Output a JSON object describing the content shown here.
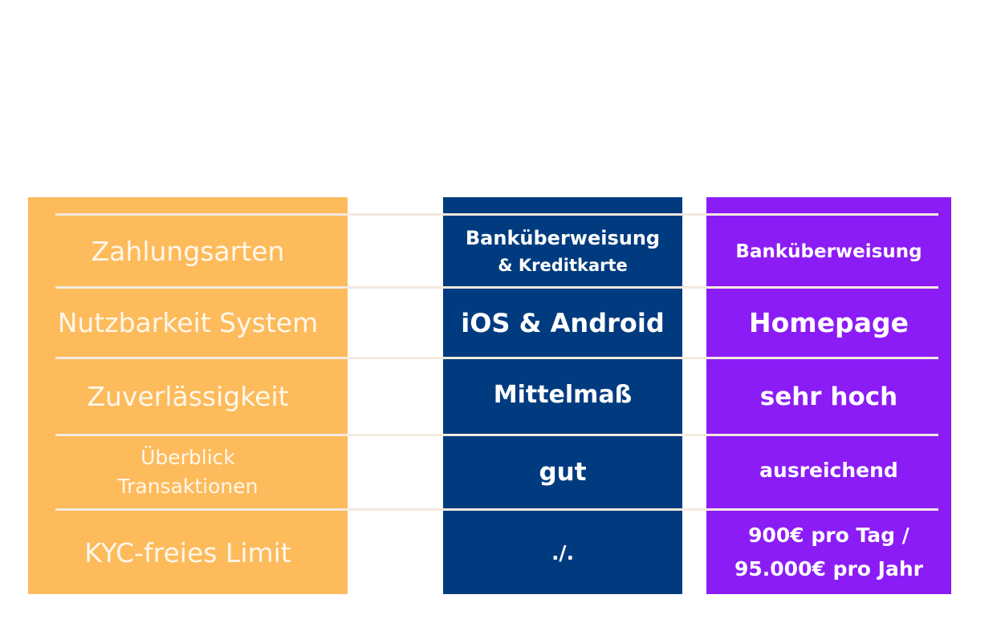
{
  "rows": [
    {
      "label": [
        "Zahlungsarten"
      ],
      "col_b": [
        "Banküberweisung",
        "& Kreditkarte"
      ],
      "col_c": [
        "Banküberweisung"
      ]
    },
    {
      "label": [
        "Nutzbarkeit System"
      ],
      "col_b": [
        "iOS & Android"
      ],
      "col_c": [
        "Homepage"
      ]
    },
    {
      "label": [
        "Zuverlässigkeit"
      ],
      "col_b": [
        "Mittelmaß"
      ],
      "col_c": [
        "sehr hoch"
      ]
    },
    {
      "label": [
        "Überblick",
        "Transaktionen"
      ],
      "col_b": [
        "gut"
      ],
      "col_c": [
        "ausreichend"
      ]
    },
    {
      "label": [
        "KYC-freies Limit"
      ],
      "col_b": [
        "./."
      ],
      "col_c": [
        "900€ pro Tag /",
        "95.000€ pro Jahr"
      ]
    }
  ],
  "colors": {
    "label_column": "#fdbb5c",
    "middle_column": "#003b7f",
    "right_column": "#8c1cf6",
    "divider": "#f4eadf"
  }
}
